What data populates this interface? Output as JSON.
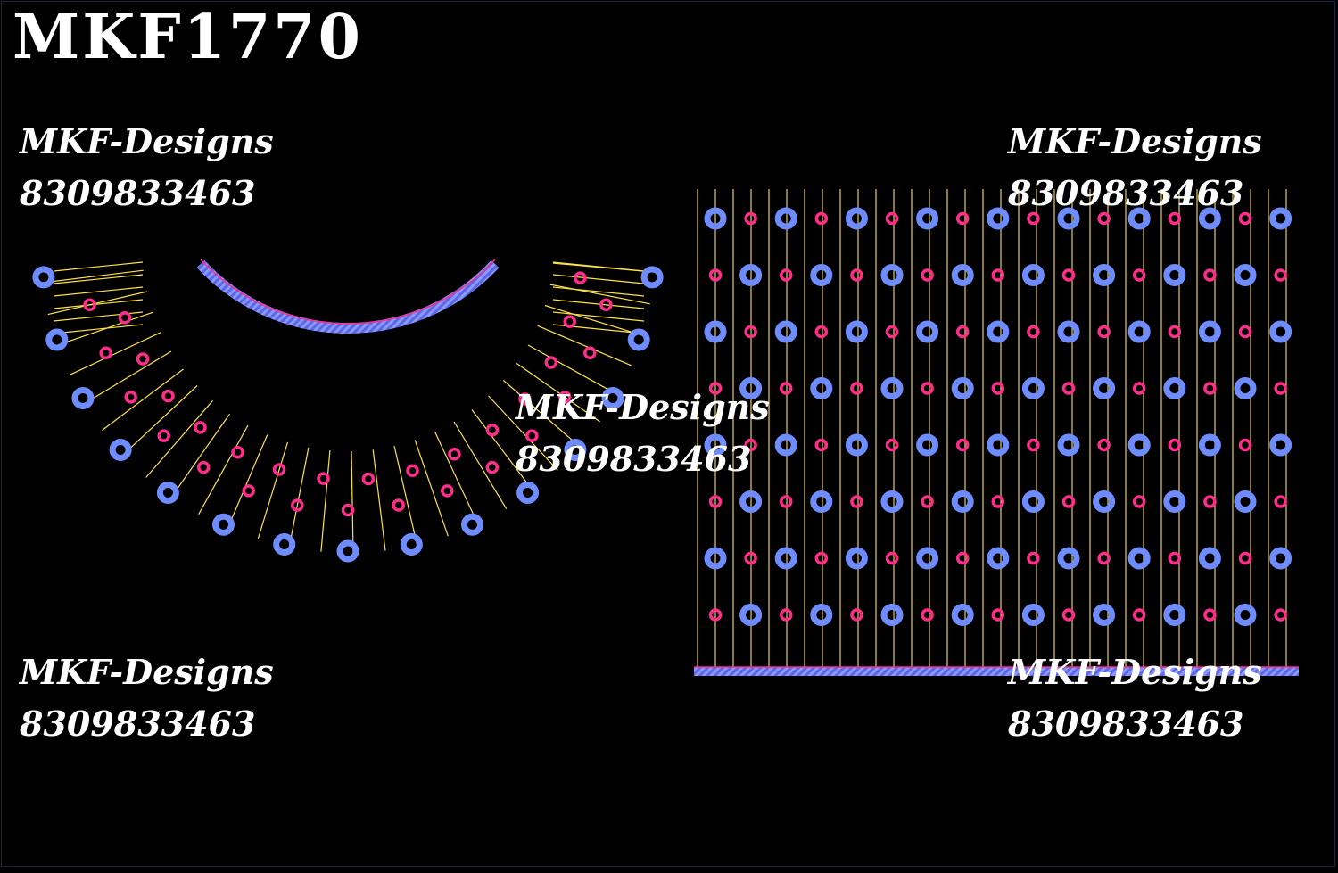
{
  "design_code": "MKF1770",
  "watermarks": [
    {
      "name": "MKF-Designs",
      "phone": "8309833463"
    },
    {
      "name": "MKF-Designs",
      "phone": "8309833463"
    },
    {
      "name": "MKF-Designs",
      "phone": "8309833463"
    },
    {
      "name": "MKF-Designs",
      "phone": "8309833463"
    },
    {
      "name": "MKF-Designs",
      "phone": "8309833463"
    }
  ],
  "colors": {
    "background": "#000000",
    "thread_blue": "#6f8cff",
    "thread_pink": "#ff2d8a",
    "thread_yellow": "#ffe24a",
    "satin_border": "#6f7cff",
    "text": "#ffffff"
  }
}
